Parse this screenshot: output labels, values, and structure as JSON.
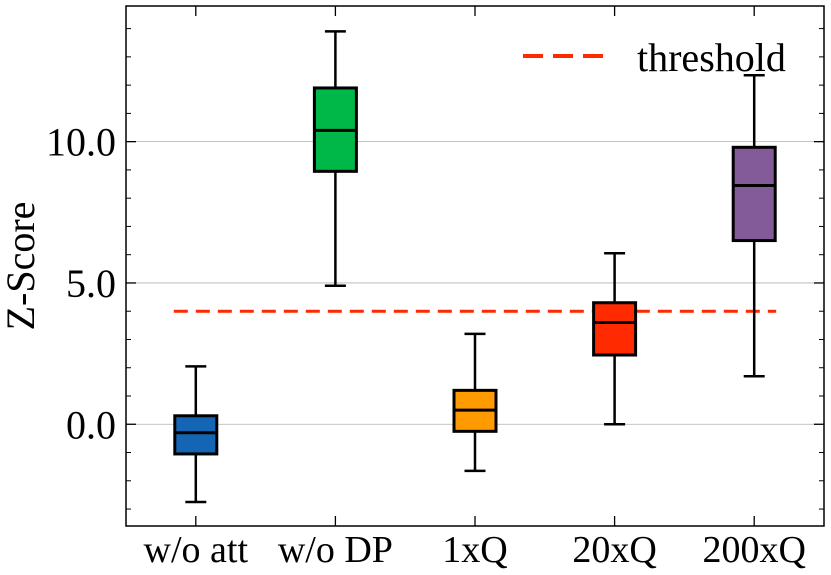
{
  "chart_data": {
    "type": "box",
    "ylabel": "Z-Score",
    "xlabel": "",
    "ylim": [
      -3.6,
      14.8
    ],
    "yticks": [
      0.0,
      5.0,
      10.0
    ],
    "ytick_labels": [
      "0.0",
      "5.0",
      "10.0"
    ],
    "grid": "horizontal",
    "categories": [
      "w/o att",
      "w/o DP",
      "1xQ",
      "20xQ",
      "200xQ"
    ],
    "boxes": [
      {
        "label": "w/o att",
        "whisker_low": -2.75,
        "q1": -1.05,
        "median": -0.3,
        "q3": 0.3,
        "whisker_high": 2.05,
        "color": "#1565b5"
      },
      {
        "label": "w/o DP",
        "whisker_low": 4.9,
        "q1": 8.95,
        "median": 10.4,
        "q3": 11.9,
        "whisker_high": 13.9,
        "color": "#00b848"
      },
      {
        "label": "1xQ",
        "whisker_low": -1.65,
        "q1": -0.25,
        "median": 0.5,
        "q3": 1.2,
        "whisker_high": 3.2,
        "color": "#ff9a00"
      },
      {
        "label": "20xQ",
        "whisker_low": 0.0,
        "q1": 2.45,
        "median": 3.6,
        "q3": 4.3,
        "whisker_high": 6.05,
        "color": "#ff2a00"
      },
      {
        "label": "200xQ",
        "whisker_low": 1.7,
        "q1": 6.5,
        "median": 8.45,
        "q3": 9.8,
        "whisker_high": 12.35,
        "color": "#845b99"
      }
    ],
    "threshold": {
      "value": 4.0,
      "label": "threshold",
      "color": "#ff2a00",
      "style": "dashed"
    },
    "legend": {
      "position": "top-right",
      "entries": [
        "threshold"
      ]
    }
  }
}
